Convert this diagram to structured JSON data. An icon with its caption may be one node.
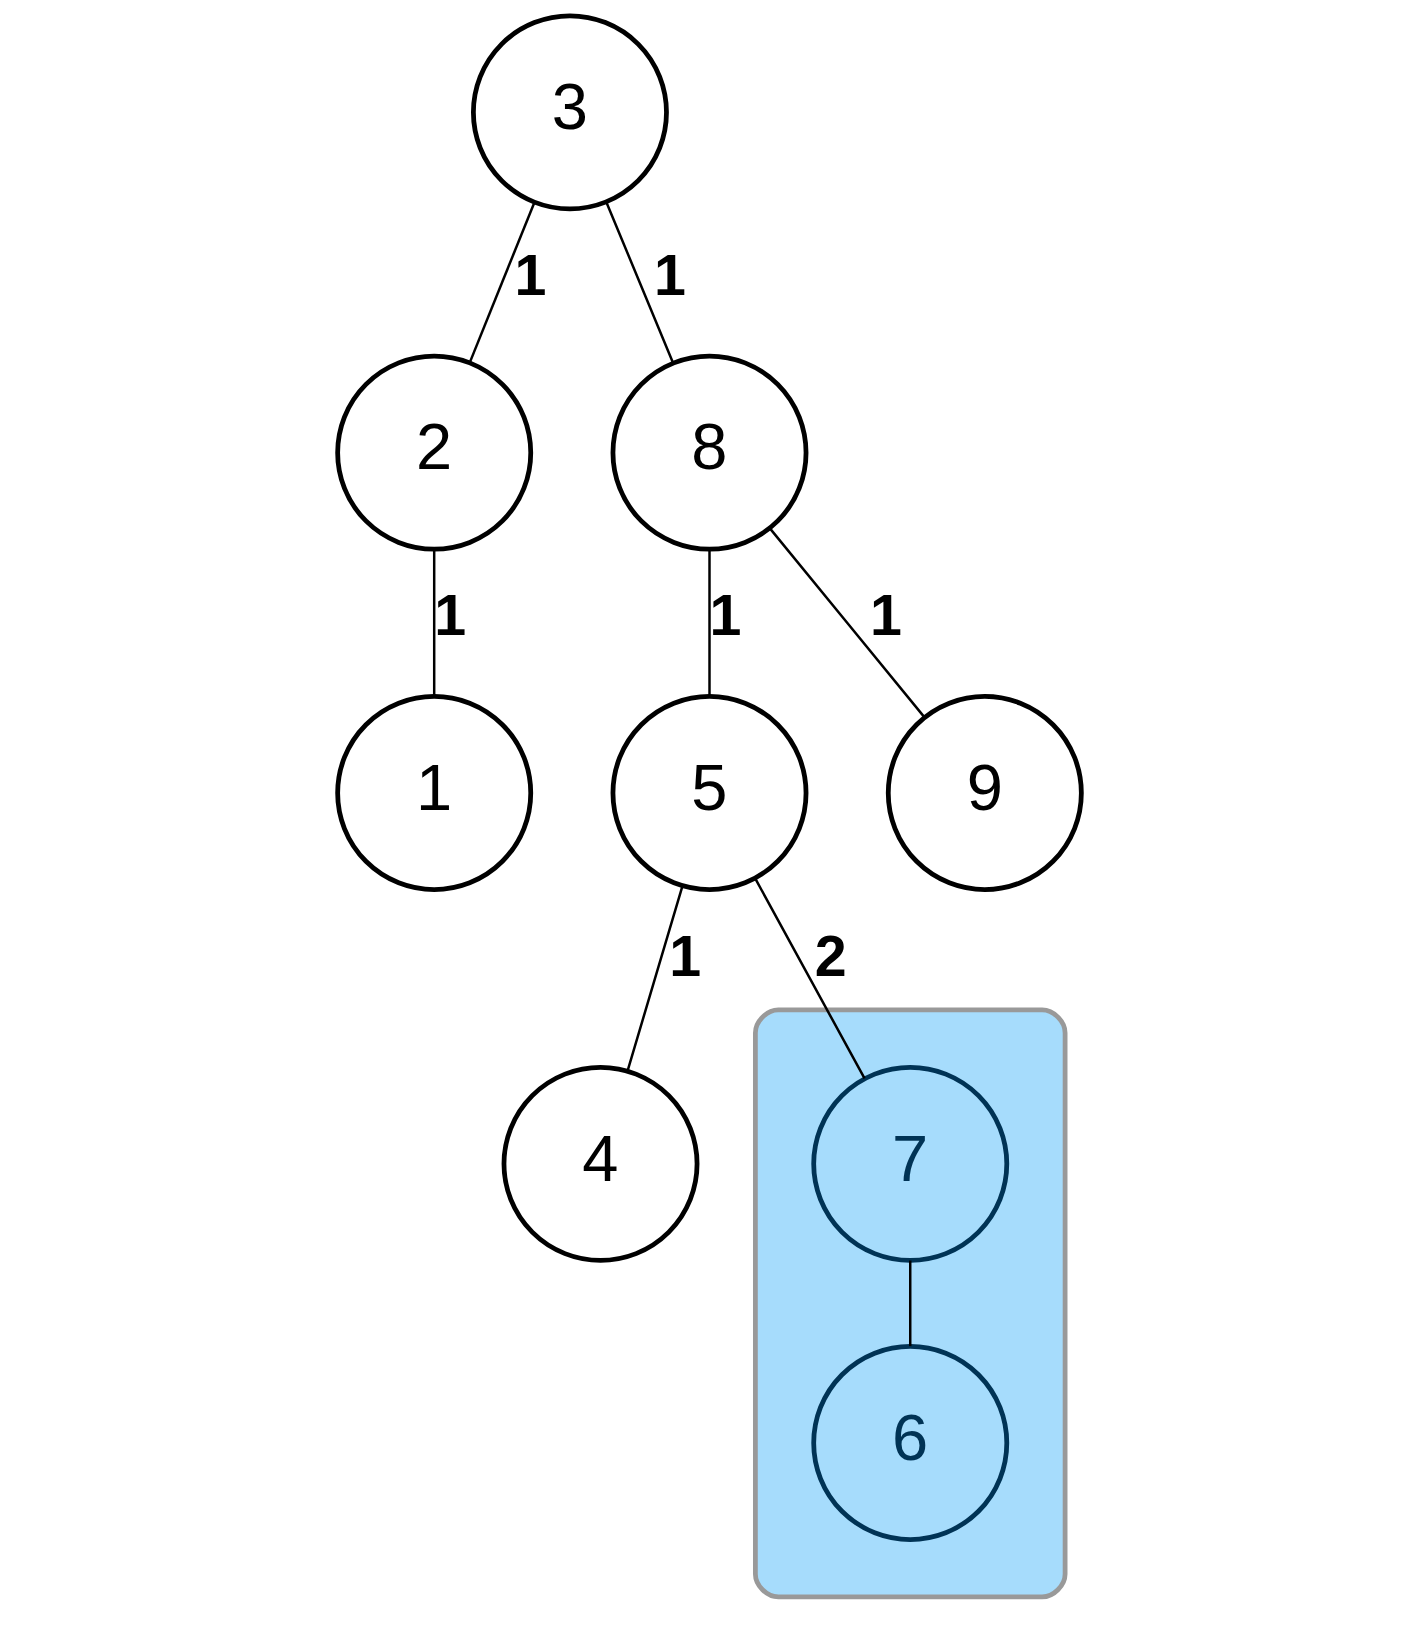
{
  "diagram": {
    "nodes": [
      {
        "text": [
          "3"
        ]
      },
      {
        "text": [
          "2"
        ]
      },
      {
        "text": [
          "8"
        ]
      },
      {
        "text": [
          "1"
        ]
      },
      {
        "text": [
          "5"
        ]
      },
      {
        "text": [
          "9"
        ]
      },
      {
        "text": [
          "4"
        ]
      },
      {
        "text": [],
        "shape": "capsule"
      },
      {
        "text": [
          "7"
        ],
        "in": 7
      },
      {
        "text": [
          "6"
        ],
        "in": 7
      }
    ],
    "edges": [
      {
        "from": 0,
        "to": 1,
        "arrow": "none",
        "label": "1"
      },
      {
        "from": 0,
        "to": 2,
        "arrow": "none",
        "label": "1"
      },
      {
        "from": 1,
        "to": 3,
        "arrow": "none",
        "label": "1"
      },
      {
        "from": 2,
        "to": 4,
        "arrow": "none",
        "label": "1"
      },
      {
        "from": 2,
        "to": 5,
        "arrow": "none",
        "label": "1"
      },
      {
        "from": 4,
        "to": 6,
        "arrow": "none",
        "label": "1"
      },
      {
        "from": 4,
        "to": 8,
        "arrow": "none",
        "label": "2"
      },
      {
        "from": 8,
        "to": 9,
        "arrow": "none"
      }
    ]
  }
}
